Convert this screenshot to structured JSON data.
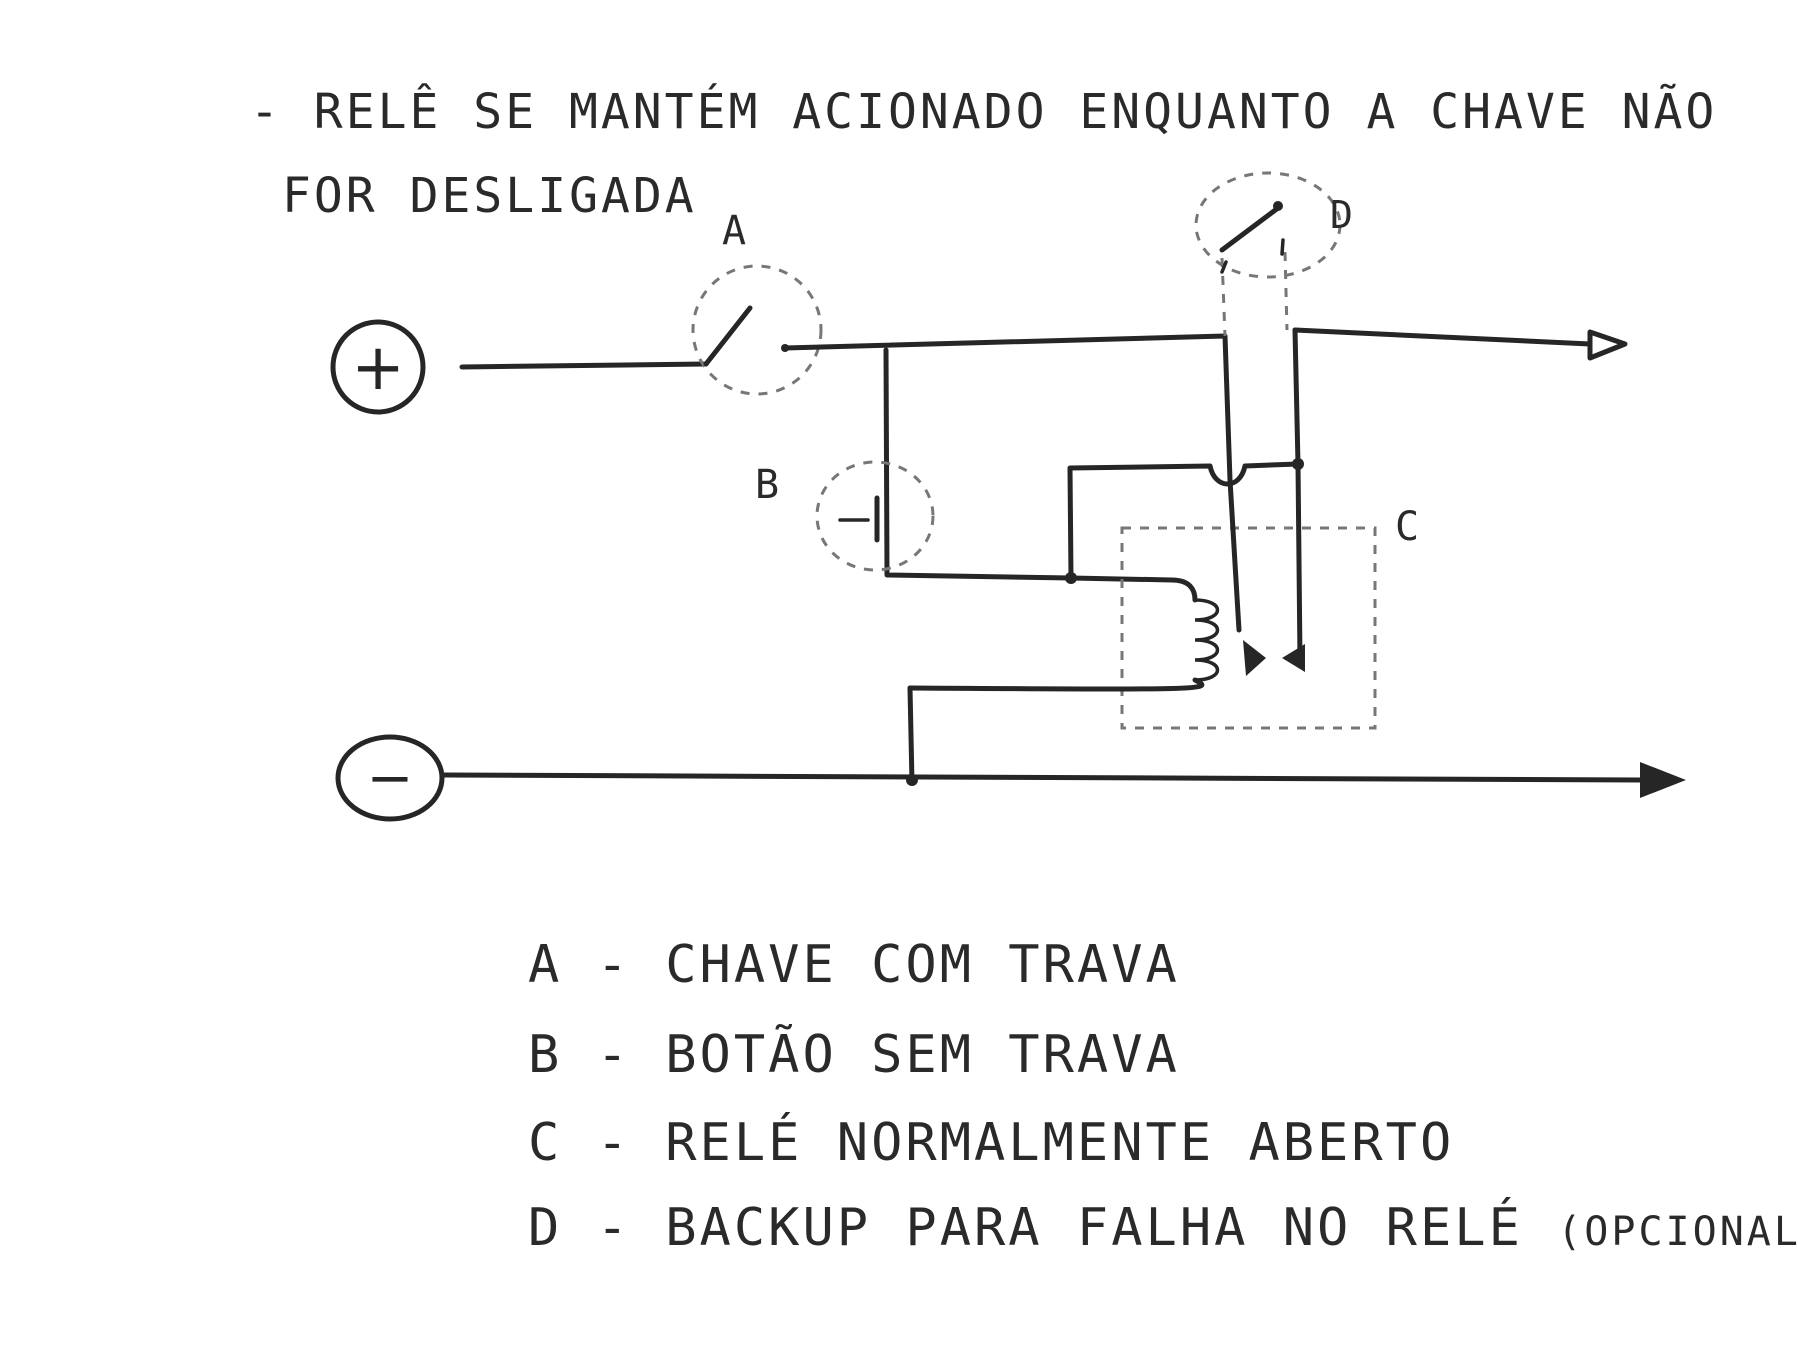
{
  "note": {
    "line1": "- RELÊ SE MANTÉM ACIONADO ENQUANTO A CHAVE NÃO",
    "line2": "FOR DESLIGADA"
  },
  "terminals": {
    "positive": "+",
    "negative": "−"
  },
  "labels": {
    "a": "A",
    "b": "B",
    "c": "C",
    "d": "D"
  },
  "legend": [
    {
      "key": "A",
      "text": "CHAVE COM TRAVA"
    },
    {
      "key": "B",
      "text": "BOTÃO SEM TRAVA"
    },
    {
      "key": "C",
      "text": "RELÉ NORMALMENTE ABERTO"
    },
    {
      "key": "D",
      "text": "BACKUP PARA FALHA NO RELÉ",
      "extra": "(OPCIONAL)"
    }
  ],
  "colors": {
    "ink": "#262626",
    "dashed": "#777777",
    "paper": "#ffffff"
  }
}
